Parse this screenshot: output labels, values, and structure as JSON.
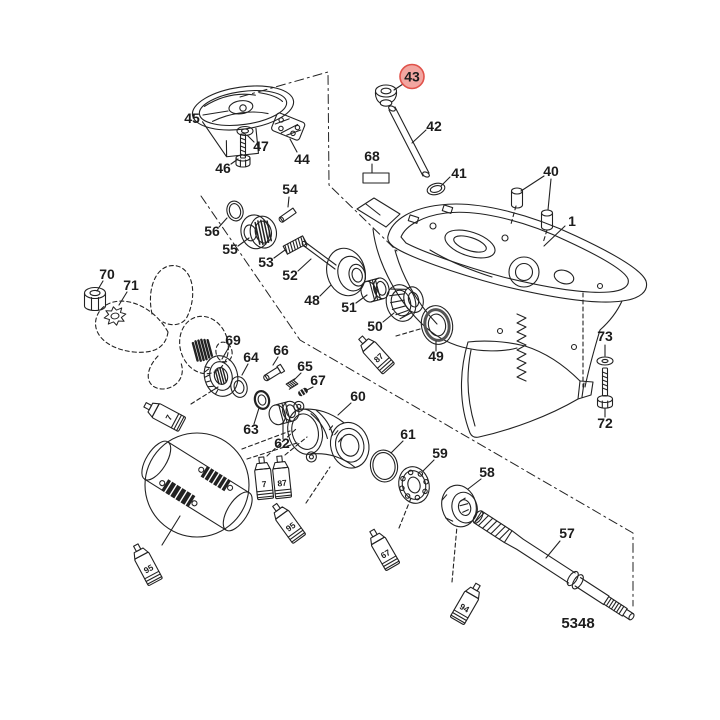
{
  "figure": {
    "drawing_number": "5348",
    "background_color": "#ffffff",
    "line_color": "#222222",
    "highlight": {
      "callout": "43",
      "fill": "#f2a6a1",
      "stroke": "#e0524a",
      "text_color": "#7a1512"
    }
  },
  "callouts": [
    {
      "label": "45",
      "highlighted": false
    },
    {
      "label": "47",
      "highlighted": false
    },
    {
      "label": "46",
      "highlighted": false
    },
    {
      "label": "44",
      "highlighted": false
    },
    {
      "label": "43",
      "highlighted": true
    },
    {
      "label": "42",
      "highlighted": false
    },
    {
      "label": "41",
      "highlighted": false
    },
    {
      "label": "68",
      "highlighted": false
    },
    {
      "label": "40",
      "highlighted": false
    },
    {
      "label": "1",
      "highlighted": false
    },
    {
      "label": "73",
      "highlighted": false
    },
    {
      "label": "72",
      "highlighted": false
    },
    {
      "label": "54",
      "highlighted": false
    },
    {
      "label": "56",
      "highlighted": false
    },
    {
      "label": "55",
      "highlighted": false
    },
    {
      "label": "53",
      "highlighted": false
    },
    {
      "label": "52",
      "highlighted": false
    },
    {
      "label": "48",
      "highlighted": false
    },
    {
      "label": "51",
      "highlighted": false
    },
    {
      "label": "50",
      "highlighted": false
    },
    {
      "label": "49",
      "highlighted": false
    },
    {
      "label": "70",
      "highlighted": false
    },
    {
      "label": "71",
      "highlighted": false
    },
    {
      "label": "69",
      "highlighted": false
    },
    {
      "label": "64",
      "highlighted": false
    },
    {
      "label": "66",
      "highlighted": false
    },
    {
      "label": "65",
      "highlighted": false
    },
    {
      "label": "67",
      "highlighted": false
    },
    {
      "label": "63",
      "highlighted": false
    },
    {
      "label": "62",
      "highlighted": false
    },
    {
      "label": "60",
      "highlighted": false
    },
    {
      "label": "61",
      "highlighted": false
    },
    {
      "label": "59",
      "highlighted": false
    },
    {
      "label": "58",
      "highlighted": false
    },
    {
      "label": "57",
      "highlighted": false
    }
  ],
  "tubes": [
    {
      "label": "7"
    },
    {
      "label": "87"
    },
    {
      "label": "7"
    },
    {
      "label": "87"
    },
    {
      "label": "95"
    },
    {
      "label": "95"
    },
    {
      "label": "67"
    },
    {
      "label": "94"
    }
  ]
}
